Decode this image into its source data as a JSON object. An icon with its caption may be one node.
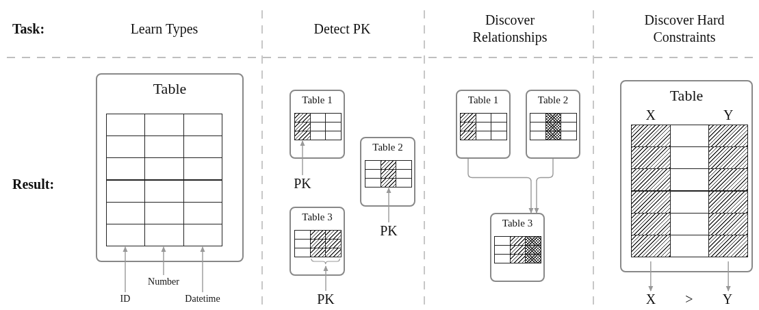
{
  "diagram": {
    "nodes": [
      {
        "text": [
          "Table"
        ]
      },
      {
        "text": [],
        "shape": "box",
        "in": 0
      },
      {
        "text": [],
        "shape": "box",
        "in": 0
      },
      {
        "text": [],
        "shape": "box",
        "in": 0
      },
      {
        "text": [
          "ID"
        ]
      },
      {
        "text": [
          "Number"
        ]
      },
      {
        "text": [
          "Datetime"
        ]
      },
      {
        "text": [
          "Table 1"
        ]
      },
      {
        "text": [],
        "shape": "box",
        "in": 7
      },
      {
        "text": [
          "Table 2"
        ]
      },
      {
        "text": [],
        "shape": "box",
        "in": 9
      },
      {
        "text": [
          "Table 3"
        ]
      },
      {
        "text": [],
        "shape": "box",
        "in": 11
      },
      {
        "text": [
          "PK"
        ]
      },
      {
        "text": [
          "PK"
        ]
      },
      {
        "text": [
          "PK"
        ]
      },
      {
        "text": [
          "Table 1"
        ]
      },
      {
        "text": [
          "Table 2"
        ]
      },
      {
        "text": [
          "Table 3"
        ]
      },
      {
        "text": [
          "Table"
        ]
      },
      {
        "text": [
          "X"
        ],
        "in": 19
      },
      {
        "text": [
          "Y"
        ],
        "in": 19
      },
      {
        "text": [
          "X"
        ]
      },
      {
        "text": [
          "Y"
        ]
      }
    ],
    "edges": [
      {
        "from": 4,
        "to": 1,
        "arrow": "to"
      },
      {
        "from": 5,
        "to": 2,
        "arrow": "to"
      },
      {
        "from": 6,
        "to": 3,
        "arrow": "to"
      },
      {
        "from": 13,
        "to": 8,
        "arrow": "to"
      },
      {
        "from": 14,
        "to": 10,
        "arrow": "to"
      },
      {
        "from": 15,
        "to": 12,
        "arrow": "to"
      },
      {
        "from": 16,
        "to": 18,
        "arrow": "to"
      },
      {
        "from": 17,
        "to": 18,
        "arrow": "to"
      },
      {
        "from": 20,
        "to": 22,
        "arrow": "to"
      },
      {
        "from": 21,
        "to": 23,
        "arrow": "to"
      }
    ],
    "labels": [
      "Task:",
      "Learn Types",
      "Detect PK",
      "Discover Relationships",
      "Discover Hard Constraints",
      "Result:",
      ">"
    ]
  }
}
